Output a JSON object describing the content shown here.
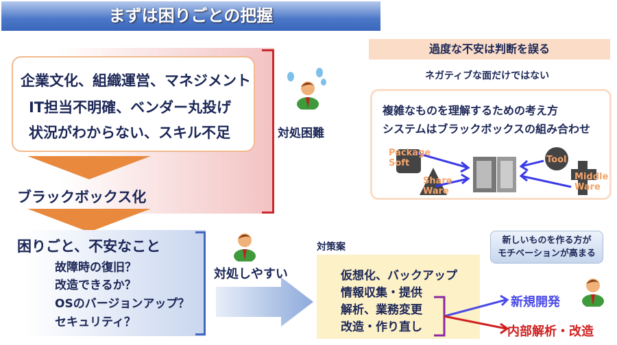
{
  "title": "まずは困りごとの把握",
  "left": {
    "box_lines": [
      "企業文化、組織運営、マネジメント",
      "IT担当不明確、ベンダー丸投げ",
      "状況がわからない、スキル不足"
    ],
    "blackbox": "ブラックボックス化",
    "worries_title": "困りごと、不安なこと",
    "worries": [
      "故障時の復旧？",
      "改造できるか？",
      "OSのバージョンアップ？",
      "セキュリティ？"
    ]
  },
  "middle": {
    "hard": "対処困難",
    "easy": "対処しやすい"
  },
  "plan": {
    "label": "対策案",
    "items": [
      "仮想化、バックアップ",
      "情報収集・提供",
      "解析、業務変更",
      "改造・作り直し"
    ],
    "outcome_new": "新規開発",
    "outcome_internal": "内部解析・改造"
  },
  "bubble": [
    "新しいものを作る方が",
    "モチベーションが高まる"
  ],
  "right": {
    "header": "過度な不安は判断を誤る",
    "sub": "ネガティブな面だけではない",
    "lines": [
      "複雑なものを理解するための考え方",
      "システムはブラックボックスの組み合わせ"
    ],
    "parts": {
      "package": [
        "Package",
        "Soft"
      ],
      "share": [
        "Share",
        "Ware"
      ],
      "tool": "Tool",
      "middle": [
        "Middle",
        "Ware"
      ]
    }
  },
  "colors": {
    "title": "#3a66bc",
    "text": "#1b2656",
    "blue": "#4a4ae8",
    "red": "#d02020",
    "orange": "#e8893e"
  }
}
